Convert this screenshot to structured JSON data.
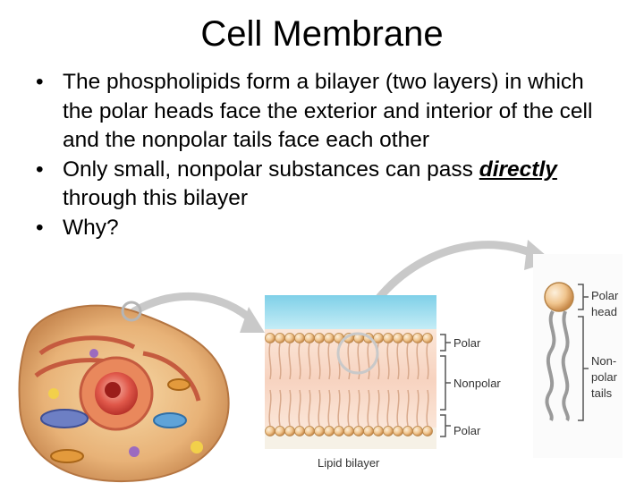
{
  "slide": {
    "title": "Cell Membrane",
    "bullets": [
      {
        "text_before": "The phospholipids form a bilayer (two layers) in which the polar heads face the exterior and interior of the cell and the nonpolar tails face each other",
        "em": "",
        "text_after": ""
      },
      {
        "text_before": "Only small, nonpolar substances can pass ",
        "em": "directly",
        "text_after": " through this bilayer"
      },
      {
        "text_before": "Why?",
        "em": "",
        "text_after": ""
      }
    ],
    "bullet_glyph": "•"
  },
  "figure": {
    "bilayer_caption": "Lipid bilayer",
    "bilayer_labels": [
      "Polar",
      "Nonpolar",
      "Polar"
    ],
    "molecule_labels": {
      "head": [
        "Polar",
        "head"
      ],
      "tails": [
        "Non-",
        "polar",
        "tails"
      ]
    }
  }
}
